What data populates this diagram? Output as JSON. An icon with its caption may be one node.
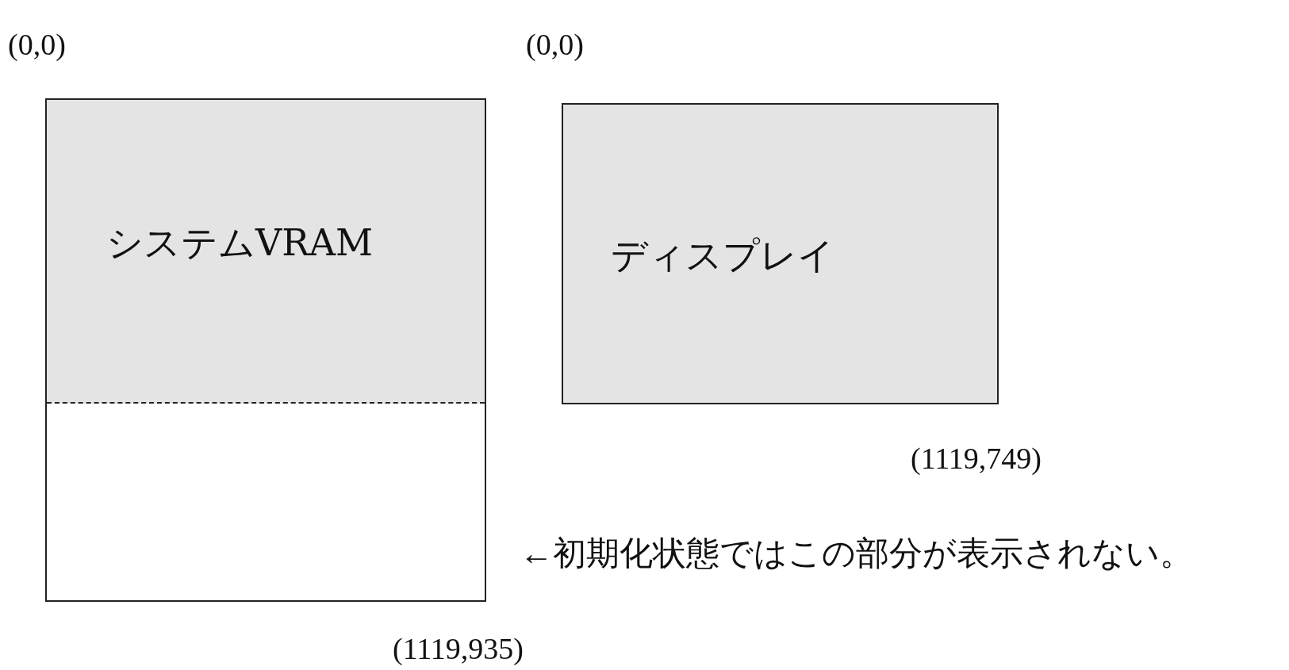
{
  "diagram": {
    "nodes": [
      {
        "text": [
          "システムVRAM"
        ]
      },
      {
        "text": [
          "ディスプレイ"
        ]
      }
    ],
    "labels": [
      "(0,0)",
      "(0,0)",
      "(1119,749)",
      "←初期化状態ではこの部分が表示されない。",
      "(1119,935)"
    ]
  }
}
